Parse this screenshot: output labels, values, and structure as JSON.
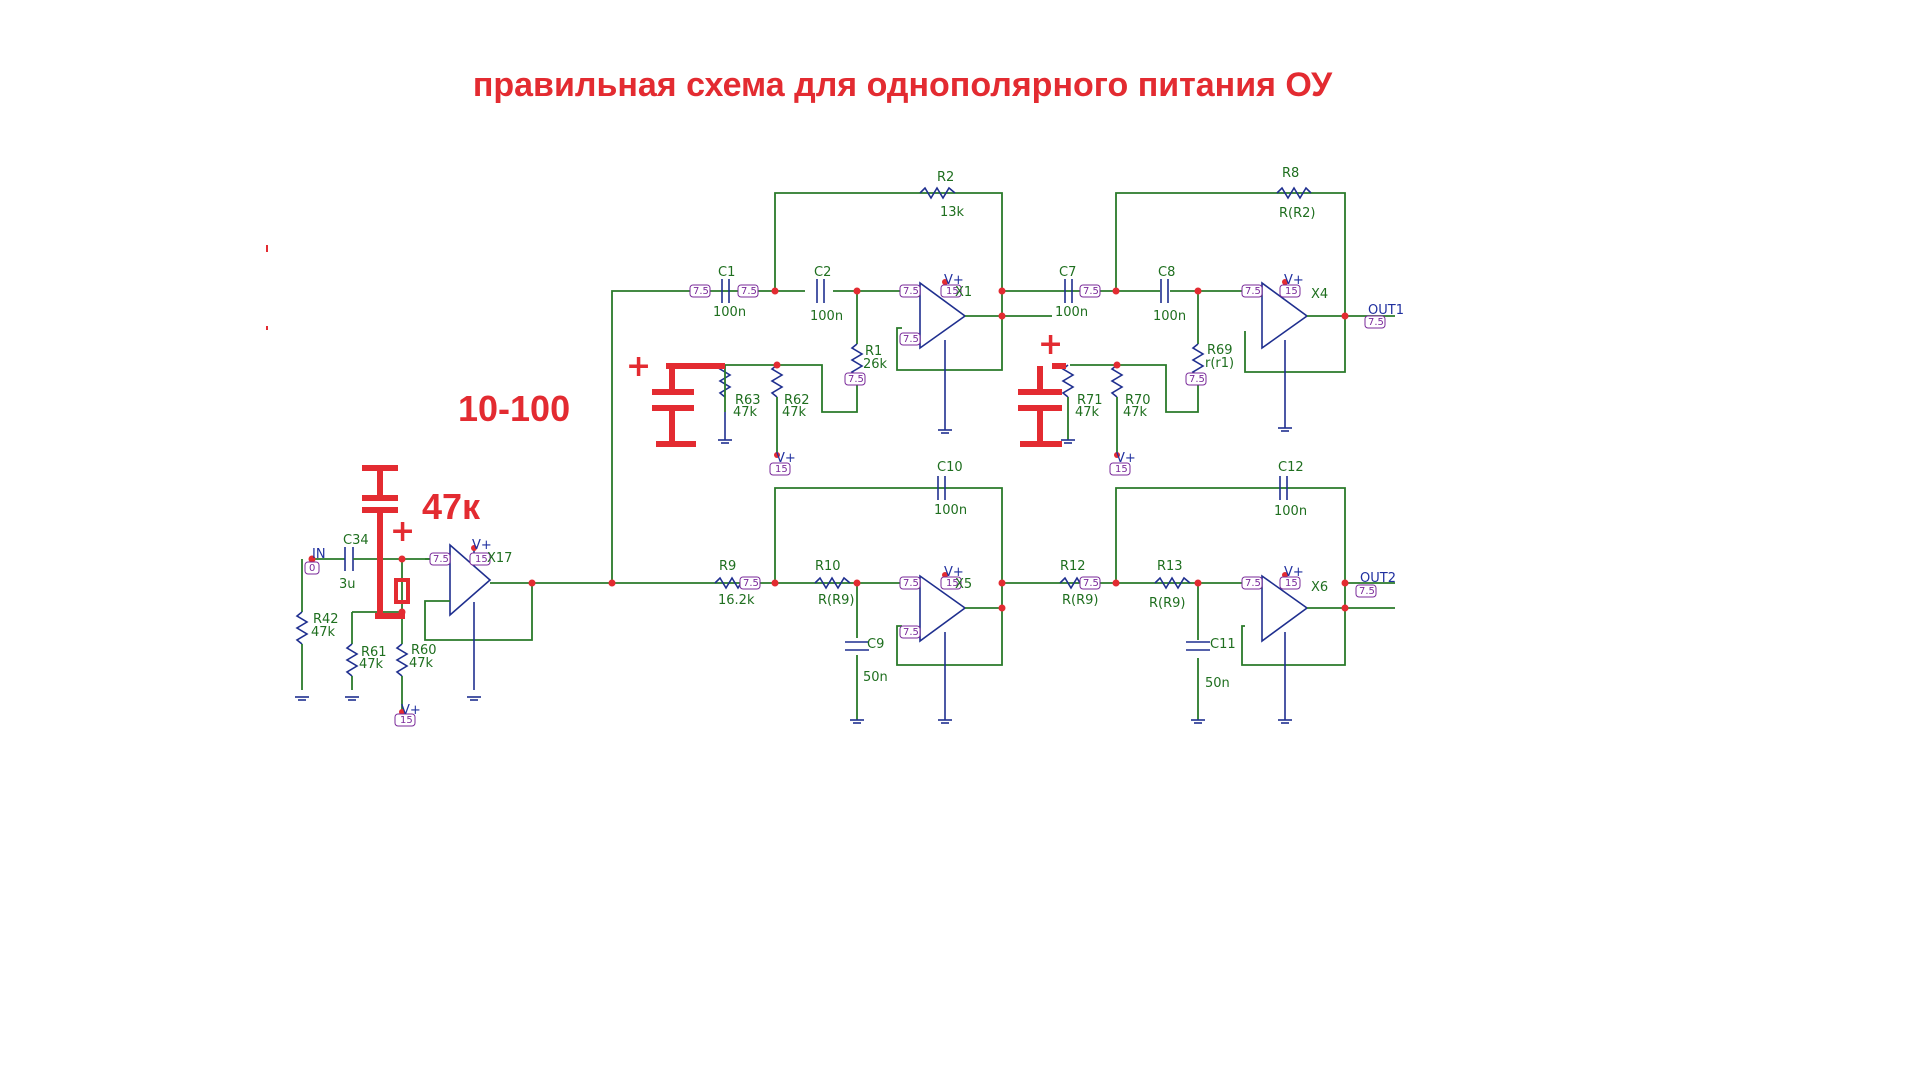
{
  "title": "правильная схема для однополярного питания ОУ",
  "annotations": {
    "range": "10-100",
    "res": "47к",
    "plus": "+"
  },
  "power": "V+",
  "node_values": {
    "mid": "7.5",
    "supply": "15",
    "in": "0"
  },
  "nets": {
    "in": "IN",
    "out1": "OUT1",
    "out2": "OUT2"
  },
  "opamps": {
    "x17": "X17",
    "x1": "X1",
    "x4": "X4",
    "x5": "X5",
    "x6": "X6"
  },
  "components": {
    "c34": {
      "ref": "C34",
      "val": "3u"
    },
    "r42": {
      "ref": "R42",
      "val": "47k"
    },
    "r61": {
      "ref": "R61",
      "val": "47k"
    },
    "r60": {
      "ref": "R60",
      "val": "47k"
    },
    "c1": {
      "ref": "C1",
      "val": "100n"
    },
    "c2": {
      "ref": "C2",
      "val": "100n"
    },
    "r1": {
      "ref": "R1",
      "val": "26k"
    },
    "r2": {
      "ref": "R2",
      "val": "13k"
    },
    "r63": {
      "ref": "R63",
      "val": "47k"
    },
    "r62": {
      "ref": "R62",
      "val": "47k"
    },
    "c7": {
      "ref": "C7",
      "val": "100n"
    },
    "c8": {
      "ref": "C8",
      "val": "100n"
    },
    "r8": {
      "ref": "R8",
      "val": "R(R2)"
    },
    "r69": {
      "ref": "R69",
      "val": "r(r1)"
    },
    "r71": {
      "ref": "R71",
      "val": "47k"
    },
    "r70": {
      "ref": "R70",
      "val": "47k"
    },
    "r9": {
      "ref": "R9",
      "val": "16.2k"
    },
    "r10": {
      "ref": "R10",
      "val": "R(R9)"
    },
    "c9": {
      "ref": "C9",
      "val": "50n"
    },
    "c10": {
      "ref": "C10",
      "val": "100n"
    },
    "r12": {
      "ref": "R12",
      "val": "R(R9)"
    },
    "r13": {
      "ref": "R13",
      "val": "R(R9)"
    },
    "c11": {
      "ref": "C11",
      "val": "50n"
    },
    "c12": {
      "ref": "C12",
      "val": "100n"
    }
  }
}
